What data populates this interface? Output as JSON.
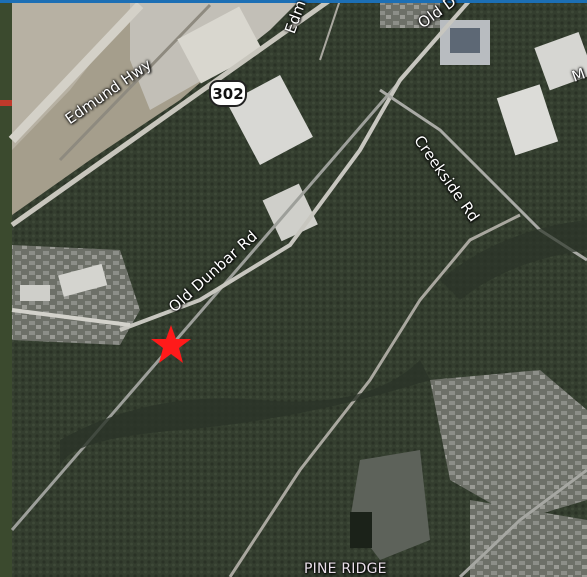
{
  "map": {
    "labels": {
      "edmund_hwy": "Edmund Hwy",
      "edm_partial": "Edm",
      "old_dunbar_top": "Old D",
      "creekside_rd": "Creekside Rd",
      "old_dunbar_rd": "Old Dunbar Rd",
      "pine_ridge": "PINE RIDGE",
      "m_partial": "M"
    },
    "route_shield": {
      "number": "302",
      "icon": "route-shield-icon"
    },
    "marker": {
      "icon": "red-star-icon",
      "color": "#ff1a1a"
    },
    "colors": {
      "forest": "#333d2e",
      "urban": "#8f9290",
      "road_major": "#c9c9c2",
      "accent_bar": "#1c6fb5"
    }
  }
}
